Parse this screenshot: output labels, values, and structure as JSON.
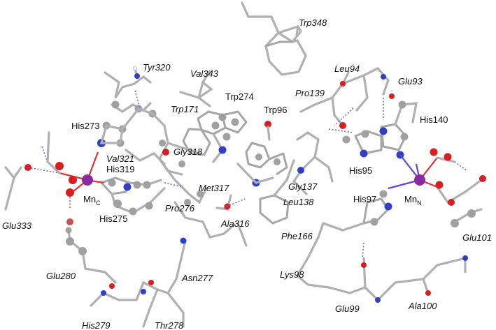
{
  "labels": {
    "trp348": "Trp348",
    "tyr320": "Tyr320",
    "val343": "Val343",
    "trp171": "Trp171",
    "trp274": "Trp274",
    "trp96": "Trp96",
    "leu94": "Leu94",
    "glu93": "Glu93",
    "pro139": "Pro139",
    "his140": "His140",
    "his273": "His273",
    "val321": "Val321",
    "gly318": "Gly318",
    "his319": "His319",
    "his95": "His95",
    "gly137": "Gly137",
    "met317": "Met317",
    "mnc": "Mn",
    "mnc_sub": "C",
    "mnn": "Mn",
    "mnn_sub": "N",
    "his97": "His97",
    "glu333": "Glu333",
    "his275": "His275",
    "pro276": "Pro276",
    "ala316": "Ala316",
    "leu138": "Leu138",
    "phe166": "Phe166",
    "glu101": "Glu101",
    "glu280": "Glu280",
    "asn277": "Asn277",
    "lys98": "Lys98",
    "glu99": "Glu99",
    "ala100": "Ala100",
    "his279": "His279",
    "thr278": "Thr278"
  },
  "colors": {
    "carbon": "#a8a8a8",
    "nitrogen": "#2f3fc8",
    "oxygen": "#d81e1e",
    "manganese": "#8b2a9e",
    "hbond": "#6a6adf",
    "text": "#111111"
  }
}
